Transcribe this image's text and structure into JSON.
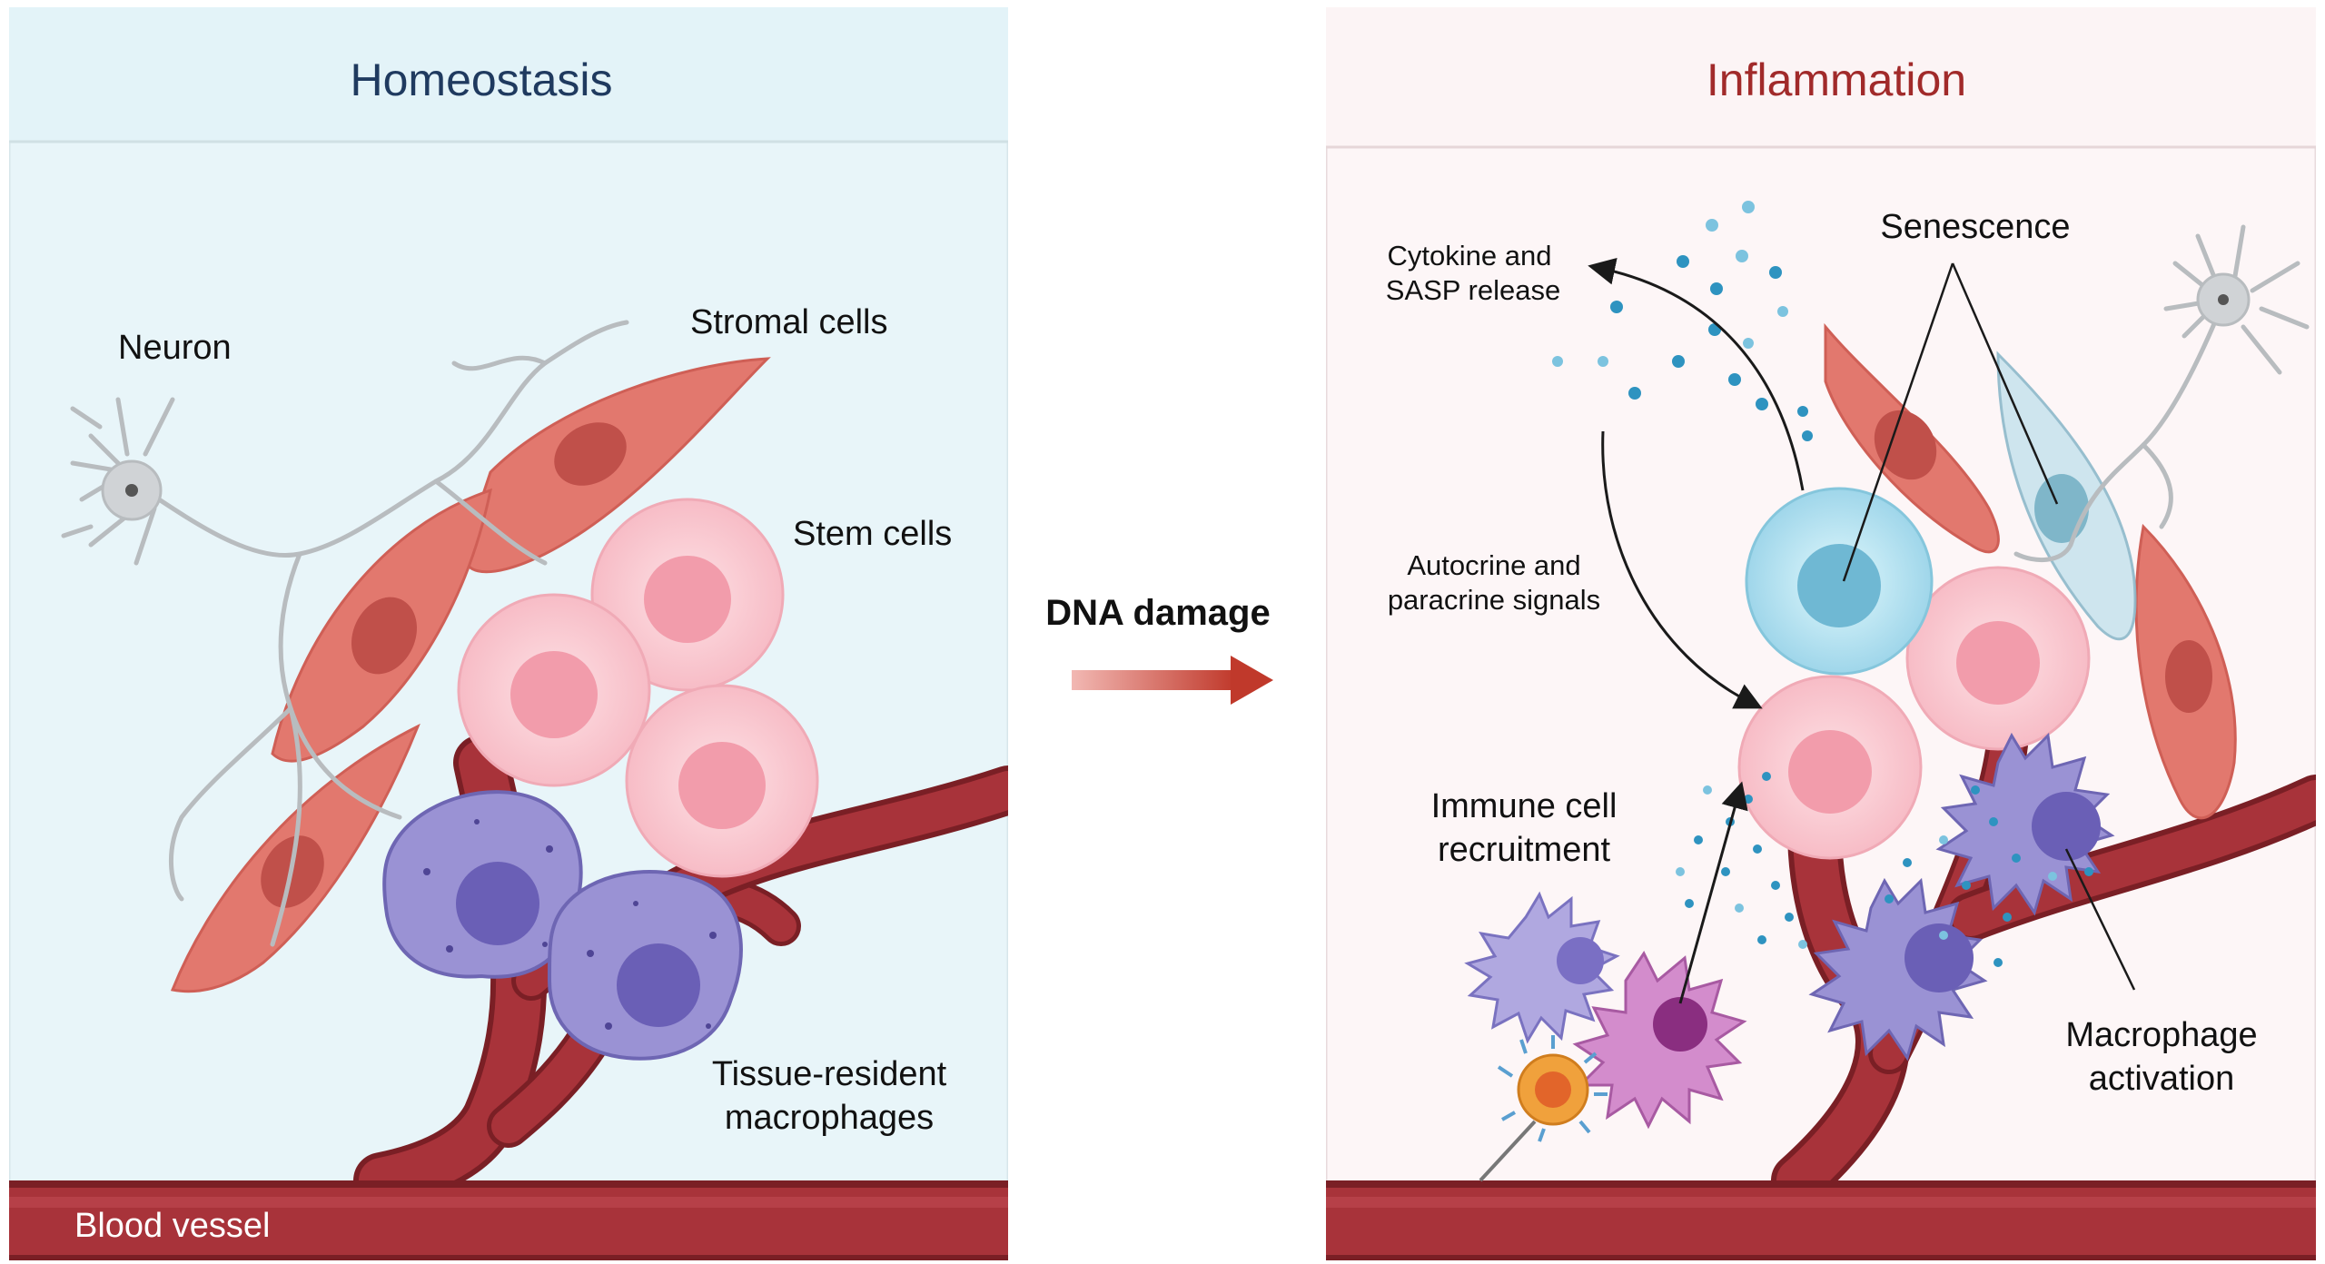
{
  "left_panel": {
    "title": "Homeostasis",
    "labels": {
      "neuron": "Neuron",
      "stromal": "Stromal cells",
      "stem": "Stem cells",
      "macrophages_1": "Tissue-resident",
      "macrophages_2": "macrophages",
      "vessel": "Blood vessel"
    }
  },
  "transition": {
    "label": "DNA damage"
  },
  "right_panel": {
    "title": "Inflammation",
    "labels": {
      "cytokine_1": "Cytokine and",
      "cytokine_2": "SASP release",
      "senescence": "Senescence",
      "autocrine_1": "Autocrine and",
      "autocrine_2": "paracrine signals",
      "immune_1": "Immune cell",
      "immune_2": "recruitment",
      "macro_act_1": "Macrophage",
      "macro_act_2": "activation"
    }
  },
  "colors": {
    "homeostasis_title": "#1f3a5f",
    "inflammation_title": "#a12a2a",
    "left_bg": "#e8f5f9",
    "right_bg": "#fdf6f7",
    "vessel": "#a8333a",
    "stromal": "#e2786e",
    "stem": "#f9c8d0",
    "macrophage": "#9a92d4",
    "senescent": "#bfe6f2",
    "cytokine": "#2e93c0",
    "arrow": "#c0392b"
  }
}
